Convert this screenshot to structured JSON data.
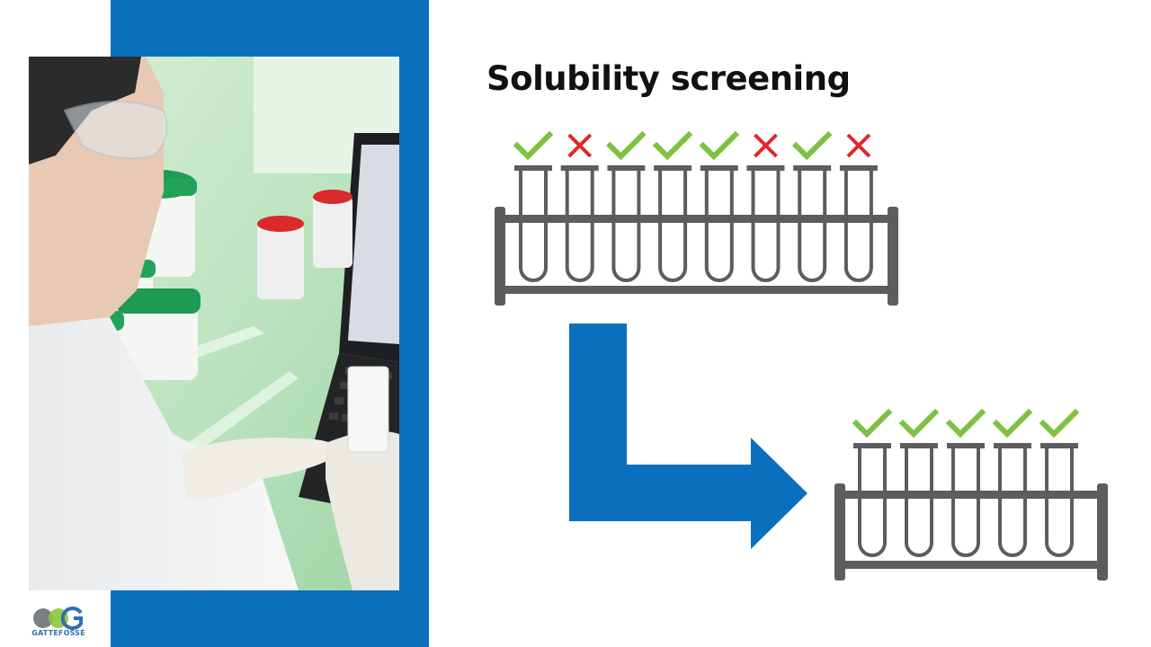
{
  "slide": {
    "title": "Solubility screening"
  },
  "logo": {
    "brand": "GATTEFOSSÉ"
  },
  "photo": {
    "subject": "lab-technician-with-laptop-and-jars"
  },
  "rack_initial": {
    "results": [
      "pass",
      "fail",
      "pass",
      "pass",
      "pass",
      "fail",
      "pass",
      "fail"
    ]
  },
  "rack_selected": {
    "results": [
      "pass",
      "pass",
      "pass",
      "pass",
      "pass"
    ]
  },
  "colors": {
    "accent_blue": "#0a70bd",
    "rack_gray": "#5d5d5d",
    "pass_green": "#7dc242",
    "fail_red": "#e2262b"
  }
}
